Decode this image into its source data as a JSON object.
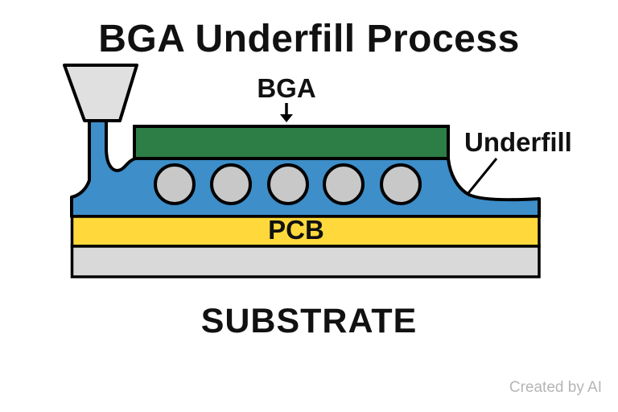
{
  "title": "BGA Underfill Process",
  "labels": {
    "bga": "BGA",
    "underfill": "Underfill",
    "pcb": "PCB",
    "substrate": "SUBSTRATE"
  },
  "watermark": "Created by AI",
  "diagram": {
    "solder_ball_count": 5
  },
  "colors": {
    "underfill_blue": "#3d8ec9",
    "bga_green": "#2d7d46",
    "pcb_yellow": "#ffd93b",
    "nozzle_gray": "#e0e0e0",
    "ball_gray": "#c8c8c8",
    "substrate_gray": "#d9d9d9",
    "outline_black": "#000000",
    "text_black": "#111111",
    "watermark_gray": "#b5b5b5",
    "background_white": "#ffffff"
  }
}
